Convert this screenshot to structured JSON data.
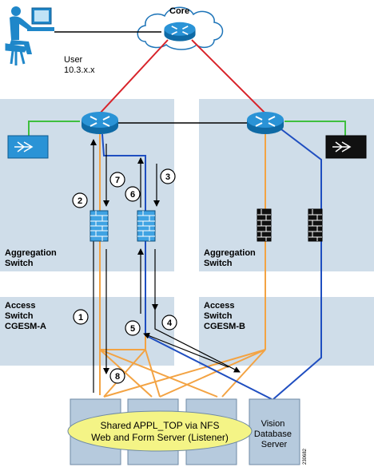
{
  "core_label": "Core",
  "user": {
    "label": "User",
    "ip": "10.3.x.x"
  },
  "zones": {
    "aggregation_left": [
      "Aggregation",
      "Switch"
    ],
    "aggregation_right": [
      "Aggregation",
      "Switch"
    ],
    "access_left": [
      "Access",
      "Switch",
      "CGESM-A"
    ],
    "access_right": [
      "Access",
      "Switch",
      "CGESM-B"
    ]
  },
  "steps": [
    "1",
    "2",
    "3",
    "4",
    "5",
    "6",
    "7",
    "8"
  ],
  "shared_oval": [
    "Shared APPL_TOP via NFS",
    "Web and Form Server (Listener)"
  ],
  "db_server": [
    "Vision",
    "Database",
    "Server"
  ],
  "figure_id": "230682",
  "colors": {
    "zone": "#cfdde9",
    "server": "#b6cadd",
    "router": "#1c87c9",
    "orange": "#f3a343",
    "blue": "#1f4ec0",
    "red": "#d8232a",
    "green": "#3fbf3f",
    "oval": "#f4f486"
  }
}
